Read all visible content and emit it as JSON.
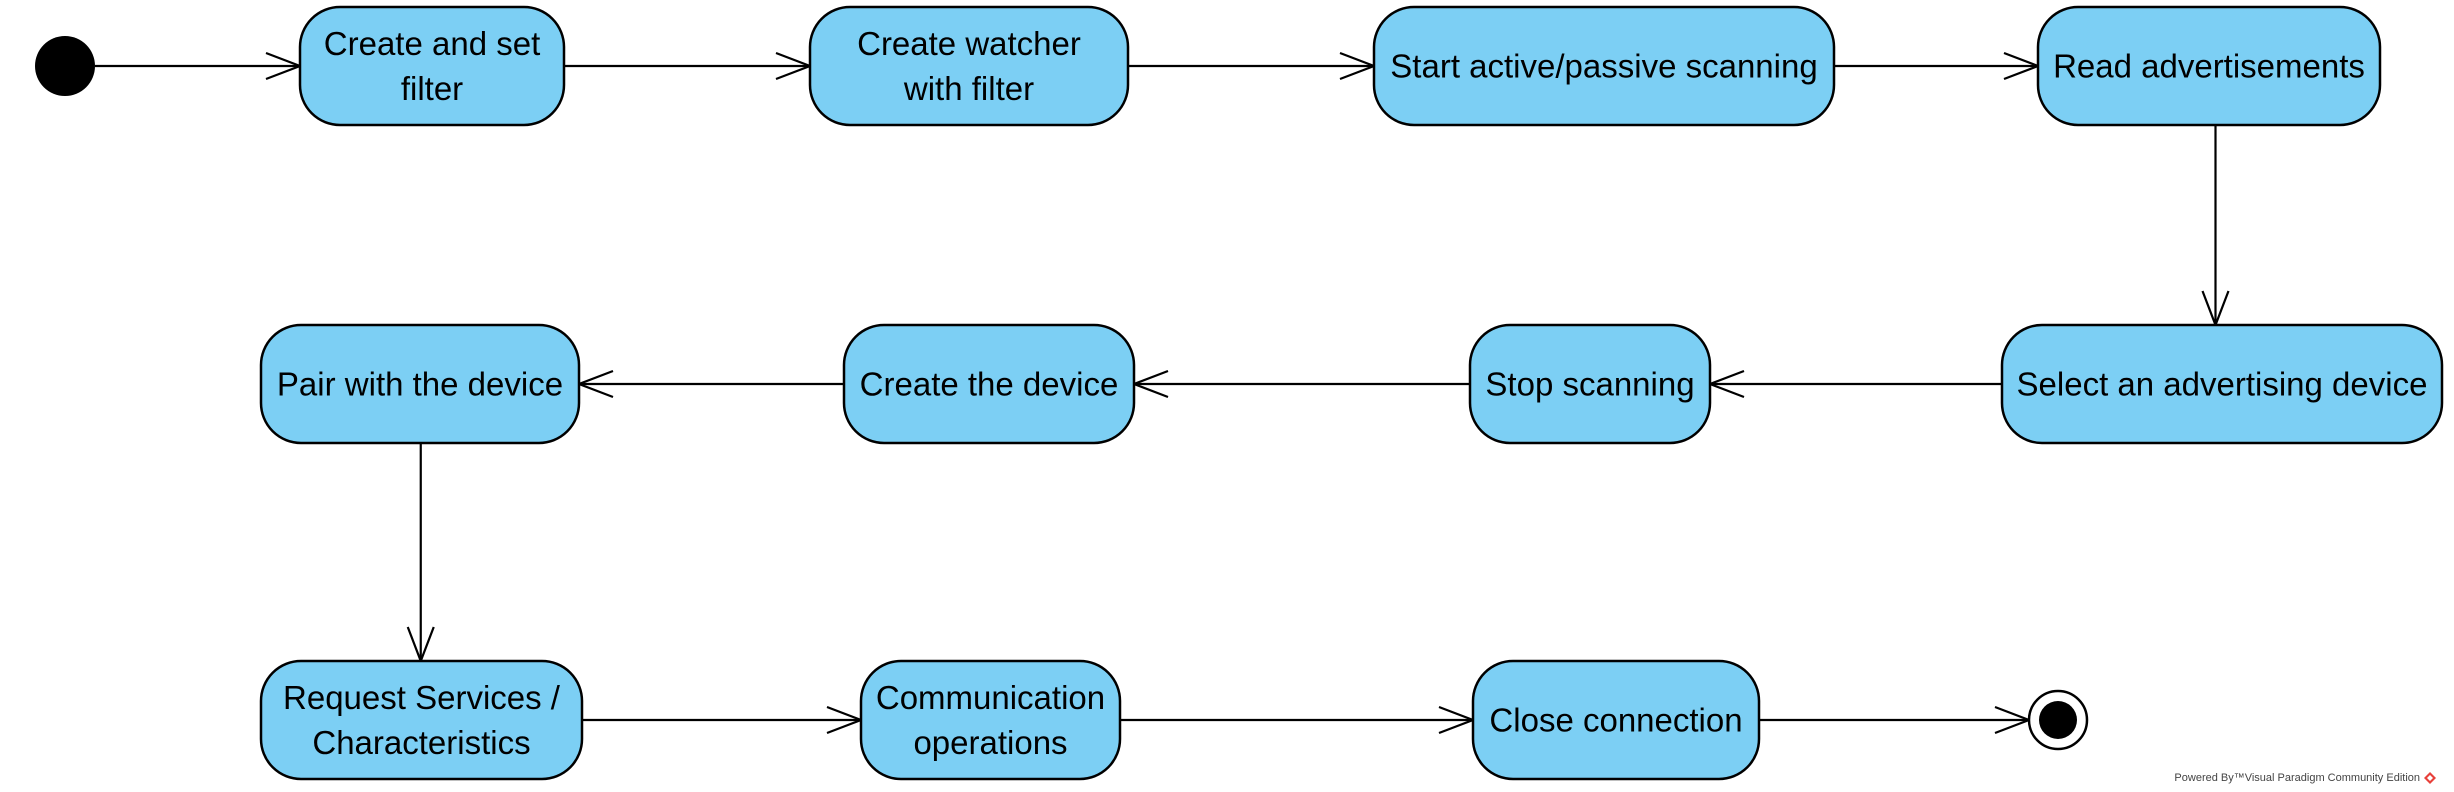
{
  "diagram": {
    "activities": [
      {
        "id": "a1",
        "lines": [
          "Create and set",
          "filter"
        ]
      },
      {
        "id": "a2",
        "lines": [
          "Create watcher",
          "with filter"
        ]
      },
      {
        "id": "a3",
        "lines": [
          "Start active/passive scanning"
        ]
      },
      {
        "id": "a4",
        "lines": [
          "Read advertisements"
        ]
      },
      {
        "id": "a5",
        "lines": [
          "Select an advertising device"
        ]
      },
      {
        "id": "a6",
        "lines": [
          "Stop scanning"
        ]
      },
      {
        "id": "a7",
        "lines": [
          "Create the device"
        ]
      },
      {
        "id": "a8",
        "lines": [
          "Pair with the device"
        ]
      },
      {
        "id": "a9",
        "lines": [
          "Request Services /",
          "Characteristics"
        ]
      },
      {
        "id": "a10",
        "lines": [
          "Communication",
          "operations"
        ]
      },
      {
        "id": "a11",
        "lines": [
          "Close connection"
        ]
      }
    ],
    "flows": [
      {
        "from": "initial",
        "to": "a1"
      },
      {
        "from": "a1",
        "to": "a2"
      },
      {
        "from": "a2",
        "to": "a3"
      },
      {
        "from": "a3",
        "to": "a4"
      },
      {
        "from": "a4",
        "to": "a5"
      },
      {
        "from": "a5",
        "to": "a6"
      },
      {
        "from": "a6",
        "to": "a7"
      },
      {
        "from": "a7",
        "to": "a8"
      },
      {
        "from": "a8",
        "to": "a9"
      },
      {
        "from": "a9",
        "to": "a10"
      },
      {
        "from": "a10",
        "to": "a11"
      },
      {
        "from": "a11",
        "to": "final"
      }
    ],
    "colors": {
      "activity_fill": "#7ccff4",
      "stroke": "#000000",
      "background": "#ffffff"
    }
  },
  "watermark": {
    "text": "Powered By™Visual Paradigm Community Edition",
    "logo_icon": "visual-paradigm-logo-icon",
    "logo_color": "#e8403a"
  }
}
